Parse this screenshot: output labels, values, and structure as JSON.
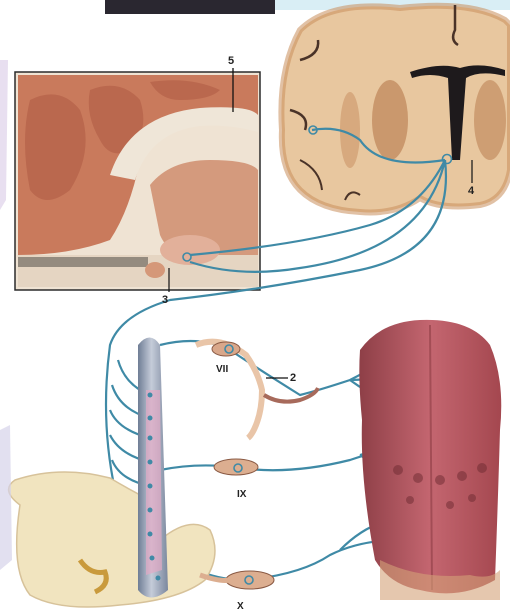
{
  "labels": {
    "l5": "5",
    "l4": "4",
    "l3": "3",
    "l2": "2",
    "vii": "VII",
    "ix": "IX",
    "x": "X"
  },
  "colors": {
    "pathway": "#3f8aa6",
    "brain_tissue": "#e7c49c",
    "cortex": "#c9754d",
    "tongue": "#b8555d",
    "medulla": "#f1e4bf",
    "nucleus_column": "#9aa5b8"
  }
}
